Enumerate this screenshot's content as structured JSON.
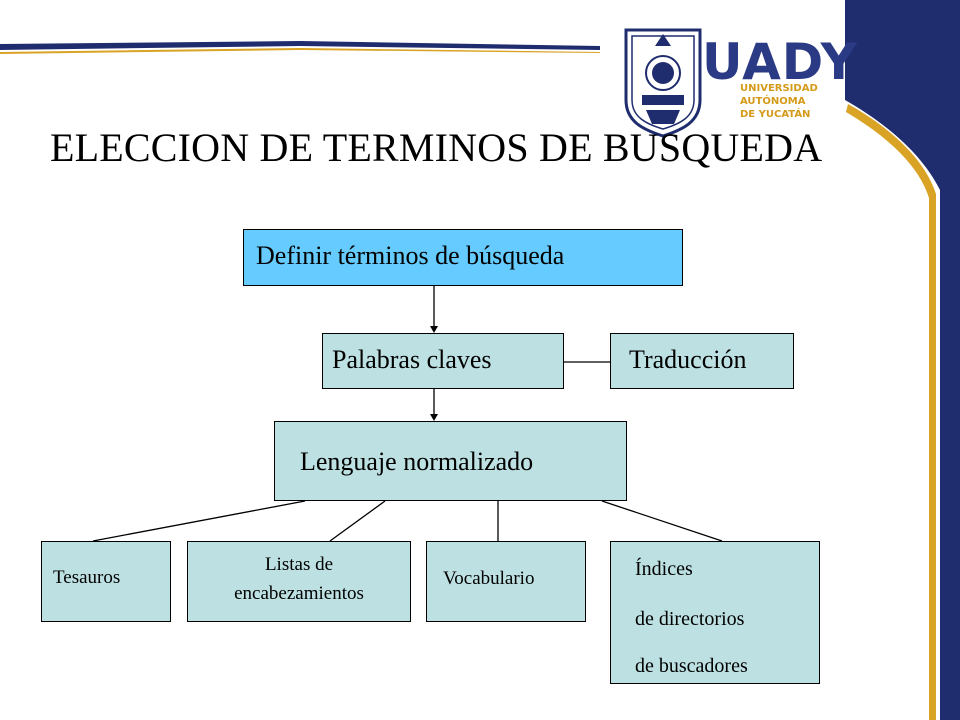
{
  "header": {
    "brand": "UADY",
    "institution_lines": [
      "UNIVERSIDAD",
      "AUTÓNOMA",
      "DE YUCATÁN"
    ],
    "colors": {
      "navy": "#1f2c6e",
      "gold": "#d9a326"
    }
  },
  "slide": {
    "title": "ELECCION DE TERMINOS DE BUSQUEDA"
  },
  "diagram": {
    "root": "Definir términos de búsqueda",
    "keywords": "Palabras claves",
    "translation": "Traducción",
    "normalized": "Lenguaje normalizado",
    "leaves": {
      "tesauros": "Tesauros",
      "listas": [
        "Listas de",
        "encabezamientos"
      ],
      "vocabulario": "Vocabulario",
      "indices": [
        "Índices",
        "de directorios",
        "de buscadores"
      ]
    },
    "colors": {
      "root_fill": "#66ccff",
      "box_fill": "#bde0e2"
    }
  }
}
